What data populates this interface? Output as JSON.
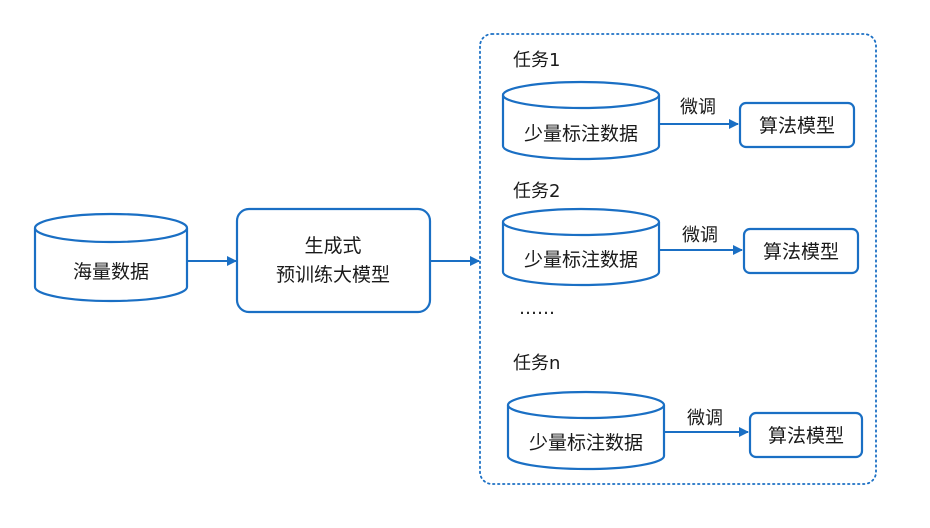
{
  "colors": {
    "accent": "#1a6fc4",
    "text": "#1a1a1a",
    "background": "#ffffff"
  },
  "source": {
    "label": "海量数据"
  },
  "model": {
    "line1": "生成式",
    "line2": "预训练大模型"
  },
  "tasks": [
    {
      "title": "任务1",
      "data_label": "少量标注数据",
      "edge_label": "微调",
      "output_label": "算法模型"
    },
    {
      "title": "任务2",
      "data_label": "少量标注数据",
      "edge_label": "微调",
      "output_label": "算法模型"
    },
    {
      "title": "任务n",
      "data_label": "少量标注数据",
      "edge_label": "微调",
      "output_label": "算法模型"
    }
  ],
  "ellipsis": "……"
}
